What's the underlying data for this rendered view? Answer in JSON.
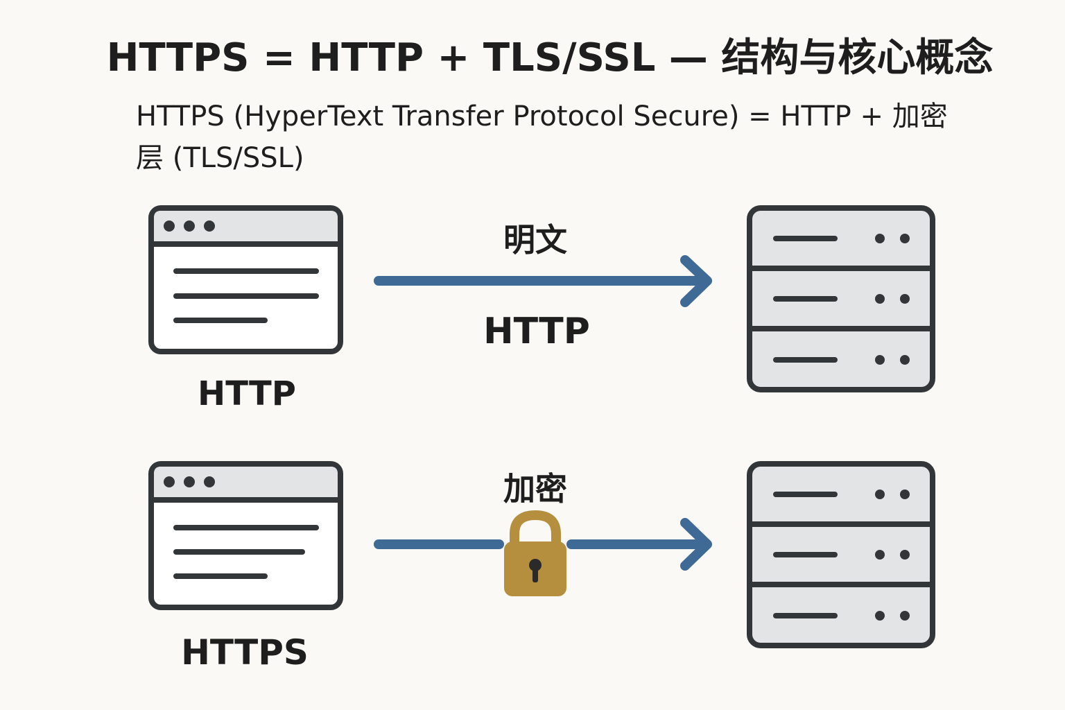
{
  "header": {
    "title": "HTTPS = HTTP + TLS/SSL — 结构与核心概念",
    "subtitle": "HTTPS (HyperText Transfer Protocol Secure) = HTTP + 加密层 (TLS/SSL)"
  },
  "rows": {
    "http": {
      "client_label": "HTTP",
      "arrow_top_label": "明文",
      "arrow_bottom_label": "HTTP"
    },
    "https": {
      "client_label": "HTTPS",
      "arrow_top_label": "加密"
    }
  },
  "icons": {
    "client": "browser-window-icon",
    "server": "server-rack-icon",
    "lock": "padlock-icon",
    "arrow": "arrow-right-icon"
  },
  "colors": {
    "background": "#faf9f5",
    "outline": "#333638",
    "panel_fill": "#e3e4e5",
    "arrow": "#3f6a96",
    "lock": "#b58f3d"
  }
}
